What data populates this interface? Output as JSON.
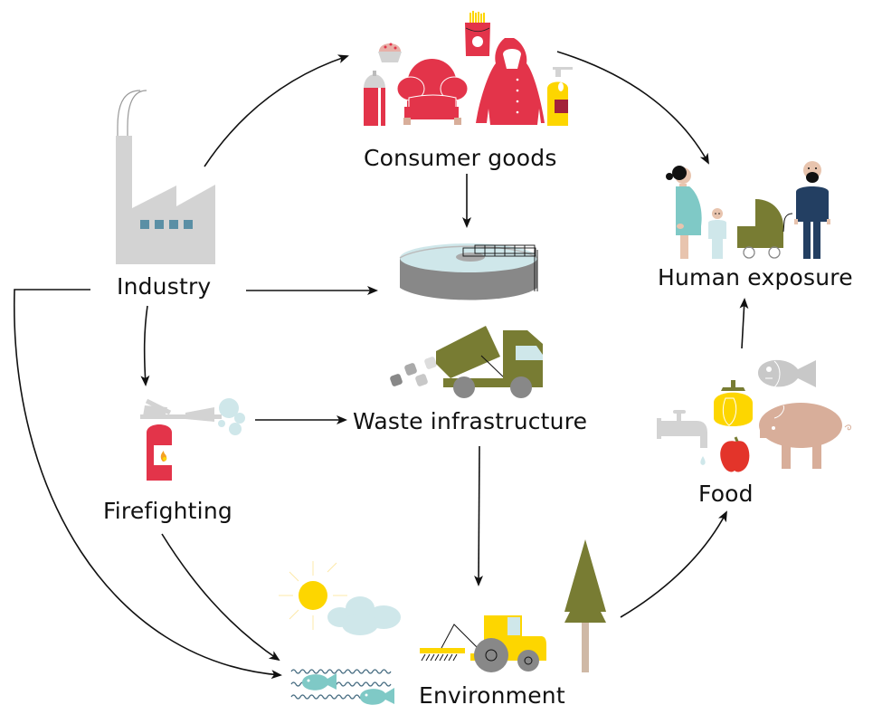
{
  "diagram": {
    "nodes": {
      "industry": {
        "label": "Industry"
      },
      "consumer_goods": {
        "label": "Consumer goods"
      },
      "human_exposure": {
        "label": "Human exposure"
      },
      "waste_infrastructure": {
        "label": "Waste infrastructure"
      },
      "firefighting": {
        "label": "Firefighting"
      },
      "food": {
        "label": "Food"
      },
      "environment": {
        "label": "Environment"
      }
    },
    "edges": [
      {
        "from": "Industry",
        "to": "Consumer goods"
      },
      {
        "from": "Industry",
        "to": "Waste infrastructure"
      },
      {
        "from": "Industry",
        "to": "Firefighting"
      },
      {
        "from": "Industry",
        "to": "Environment"
      },
      {
        "from": "Consumer goods",
        "to": "Waste infrastructure"
      },
      {
        "from": "Consumer goods",
        "to": "Human exposure"
      },
      {
        "from": "Firefighting",
        "to": "Waste infrastructure"
      },
      {
        "from": "Firefighting",
        "to": "Environment"
      },
      {
        "from": "Waste infrastructure",
        "to": "Environment"
      },
      {
        "from": "Environment",
        "to": "Food"
      },
      {
        "from": "Food",
        "to": "Human exposure"
      }
    ],
    "icons": {
      "industry": [
        "factory-icon"
      ],
      "consumer_goods": [
        "spray-can-icon",
        "muffin-icon",
        "armchair-icon",
        "fries-icon",
        "raincoat-icon",
        "lotion-bottle-icon"
      ],
      "waste_infrastructure": [
        "water-treatment-tank-icon",
        "dump-truck-icon"
      ],
      "firefighting": [
        "fire-extinguisher-icon"
      ],
      "human_exposure": [
        "pregnant-woman-icon",
        "child-icon",
        "baby-stroller-icon",
        "man-icon"
      ],
      "food": [
        "water-tap-icon",
        "bell-pepper-icon",
        "apple-icon",
        "fish-icon",
        "pig-icon"
      ],
      "environment": [
        "sun-icon",
        "cloud-icon",
        "water-with-fish-icon",
        "tractor-icon",
        "pine-tree-icon"
      ]
    },
    "colors": {
      "red": "#e3344a",
      "yellow": "#fdd600",
      "olive": "#787c33",
      "teal": "#7fc9c6",
      "light_blue": "#cfe7ea",
      "gray": "#d3d3d3",
      "dark_gray": "#888888",
      "navy": "#233f62",
      "skin": "#e8c4ae",
      "pig": "#d8ae9a",
      "window_blue": "#5a8fa5",
      "arrow": "#111111"
    }
  }
}
